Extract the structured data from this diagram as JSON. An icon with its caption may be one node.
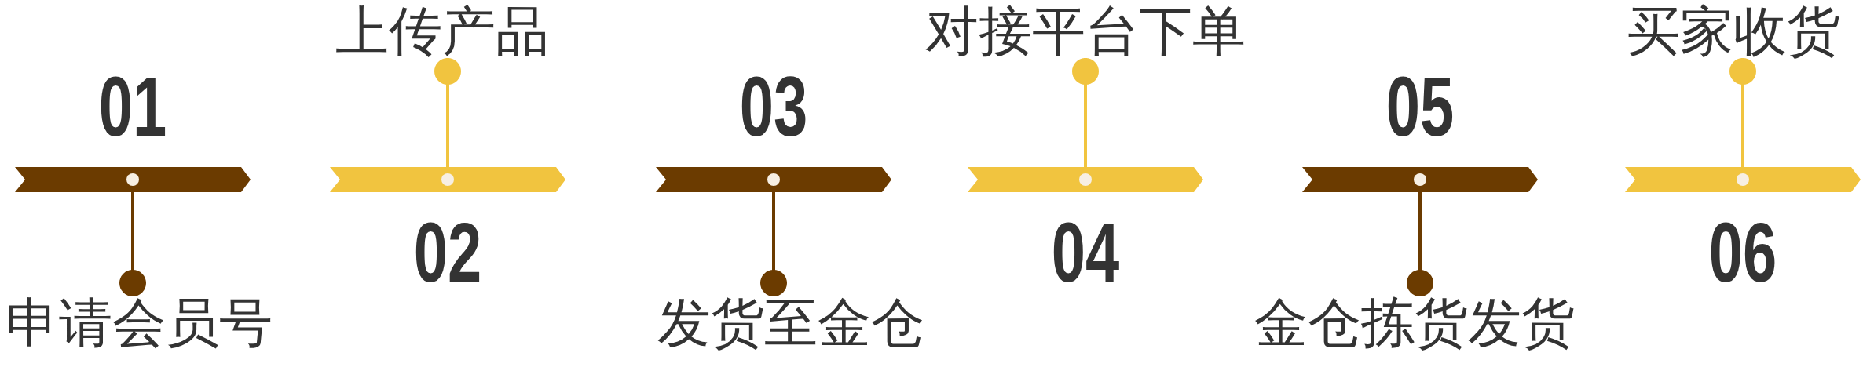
{
  "diagram": {
    "nodes": [
      {
        "text": [
          "01"
        ]
      },
      {
        "text": [
          "申请会员号"
        ]
      },
      {
        "text": [
          "02"
        ]
      },
      {
        "text": [
          "上传产品"
        ]
      },
      {
        "text": [
          "03"
        ]
      },
      {
        "text": [
          "发货至金仓"
        ]
      },
      {
        "text": [
          "04"
        ]
      },
      {
        "text": [
          "对接平台下单"
        ]
      },
      {
        "text": [
          "05"
        ]
      },
      {
        "text": [
          "金仓拣货发货"
        ]
      },
      {
        "text": [
          "06"
        ]
      },
      {
        "text": [
          "买家收货"
        ]
      }
    ],
    "edges": [
      {
        "from": 0,
        "to": 1,
        "arrow": "other",
        "color": "#6b3b00"
      },
      {
        "from": 2,
        "to": 3,
        "arrow": "other",
        "color": "#f1c43f"
      },
      {
        "from": 4,
        "to": 5,
        "arrow": "other",
        "color": "#6b3b00"
      },
      {
        "from": 6,
        "to": 7,
        "arrow": "other",
        "color": "#f1c43f"
      },
      {
        "from": 8,
        "to": 9,
        "arrow": "other",
        "color": "#6b3b00"
      },
      {
        "from": 10,
        "to": 11,
        "arrow": "other",
        "color": "#f1c43f"
      }
    ]
  }
}
